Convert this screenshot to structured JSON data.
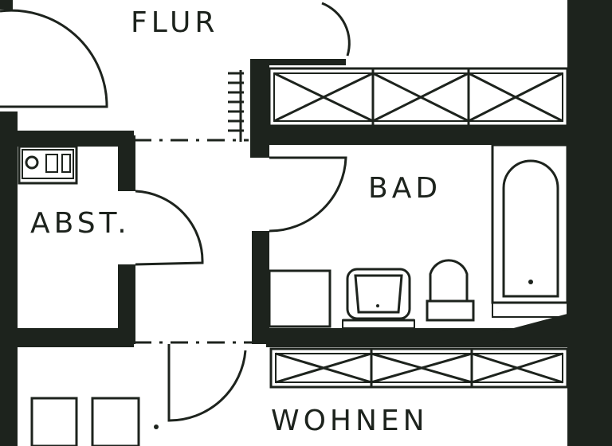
{
  "rooms": {
    "flur": "FLUR",
    "abst": "ABST.",
    "bad": "BAD",
    "wohnen": "WOHNEN"
  },
  "colors": {
    "ink": "#1d231d",
    "paper": "#ffffff"
  }
}
